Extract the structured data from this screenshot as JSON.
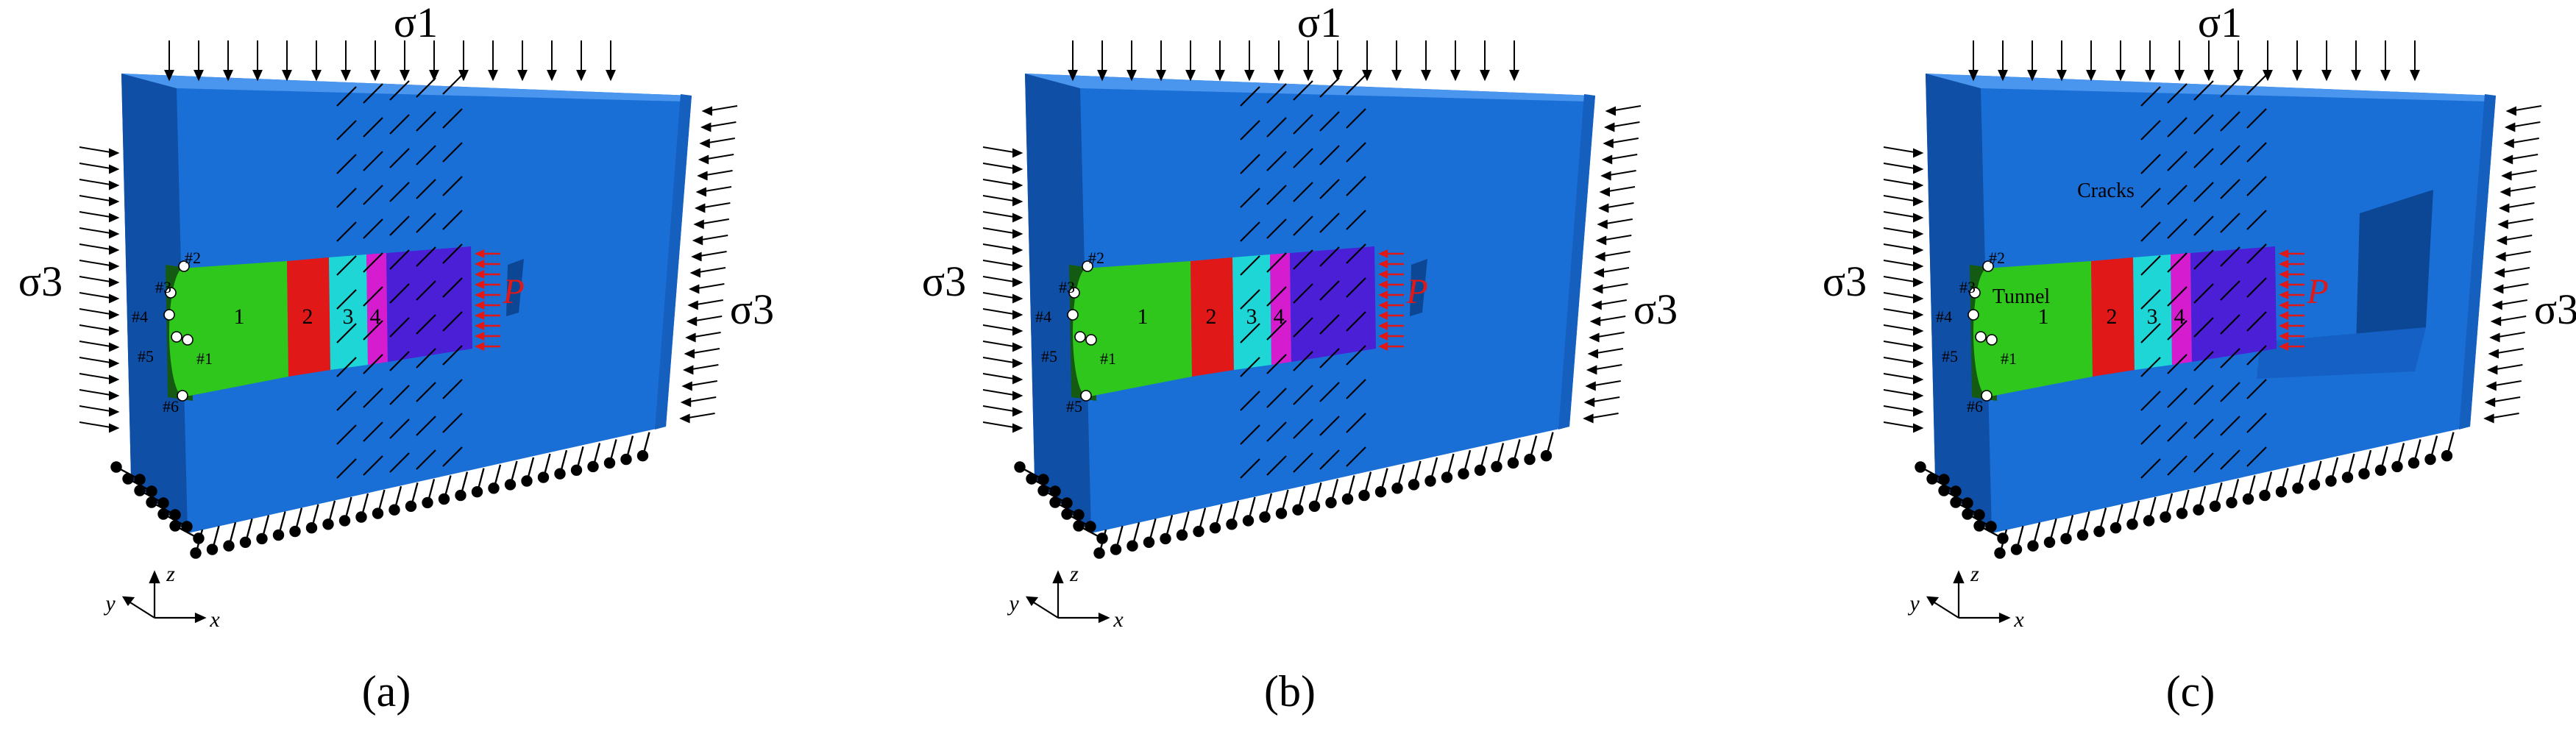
{
  "panels": [
    {
      "id": "a",
      "caption": "(a)",
      "top_stress": "σ1",
      "left_stress": "σ3",
      "right_stress": "σ3",
      "pressure": "P",
      "segments": [
        "1",
        "2",
        "3",
        "4"
      ],
      "points": [
        "#1",
        "#2",
        "#3",
        "#4",
        "#5",
        "#6"
      ],
      "axes": {
        "x": "x",
        "y": "y",
        "z": "z"
      },
      "extra_labels": {
        "tunnel": "",
        "cracks": ""
      },
      "colors": {
        "block": "#1a6fd6",
        "seg1": "#2fc71c",
        "seg2": "#e01818",
        "seg3": "#1fd6d6",
        "seg4": "#d61ccf",
        "seg5": "#4a1fd6",
        "pressure": "#e01818"
      }
    },
    {
      "id": "b",
      "caption": "(b)",
      "top_stress": "σ1",
      "left_stress": "σ3",
      "right_stress": "σ3",
      "pressure": "P",
      "segments": [
        "1",
        "2",
        "3",
        "4"
      ],
      "points": [
        "#1",
        "#2",
        "#3",
        "#4",
        "#5",
        "#5"
      ],
      "axes": {
        "x": "x",
        "y": "y",
        "z": "z"
      },
      "extra_labels": {
        "tunnel": "",
        "cracks": ""
      },
      "colors": {
        "block": "#1a6fd6",
        "seg1": "#2fc71c",
        "seg2": "#e01818",
        "seg3": "#1fd6d6",
        "seg4": "#d61ccf",
        "seg5": "#4a1fd6",
        "pressure": "#e01818"
      }
    },
    {
      "id": "c",
      "caption": "(c)",
      "top_stress": "σ1",
      "left_stress": "σ3",
      "right_stress": "σ3",
      "pressure": "P",
      "segments": [
        "1",
        "2",
        "3",
        "4"
      ],
      "points": [
        "#1",
        "#2",
        "#3",
        "#4",
        "#5",
        "#6"
      ],
      "axes": {
        "x": "x",
        "y": "y",
        "z": "z"
      },
      "extra_labels": {
        "tunnel": "Tunnel",
        "cracks": "Cracks"
      },
      "colors": {
        "block": "#1a6fd6",
        "seg1": "#2fc71c",
        "seg2": "#e01818",
        "seg3": "#1fd6d6",
        "seg4": "#d61ccf",
        "seg5": "#4a1fd6",
        "pressure": "#e01818"
      }
    }
  ]
}
